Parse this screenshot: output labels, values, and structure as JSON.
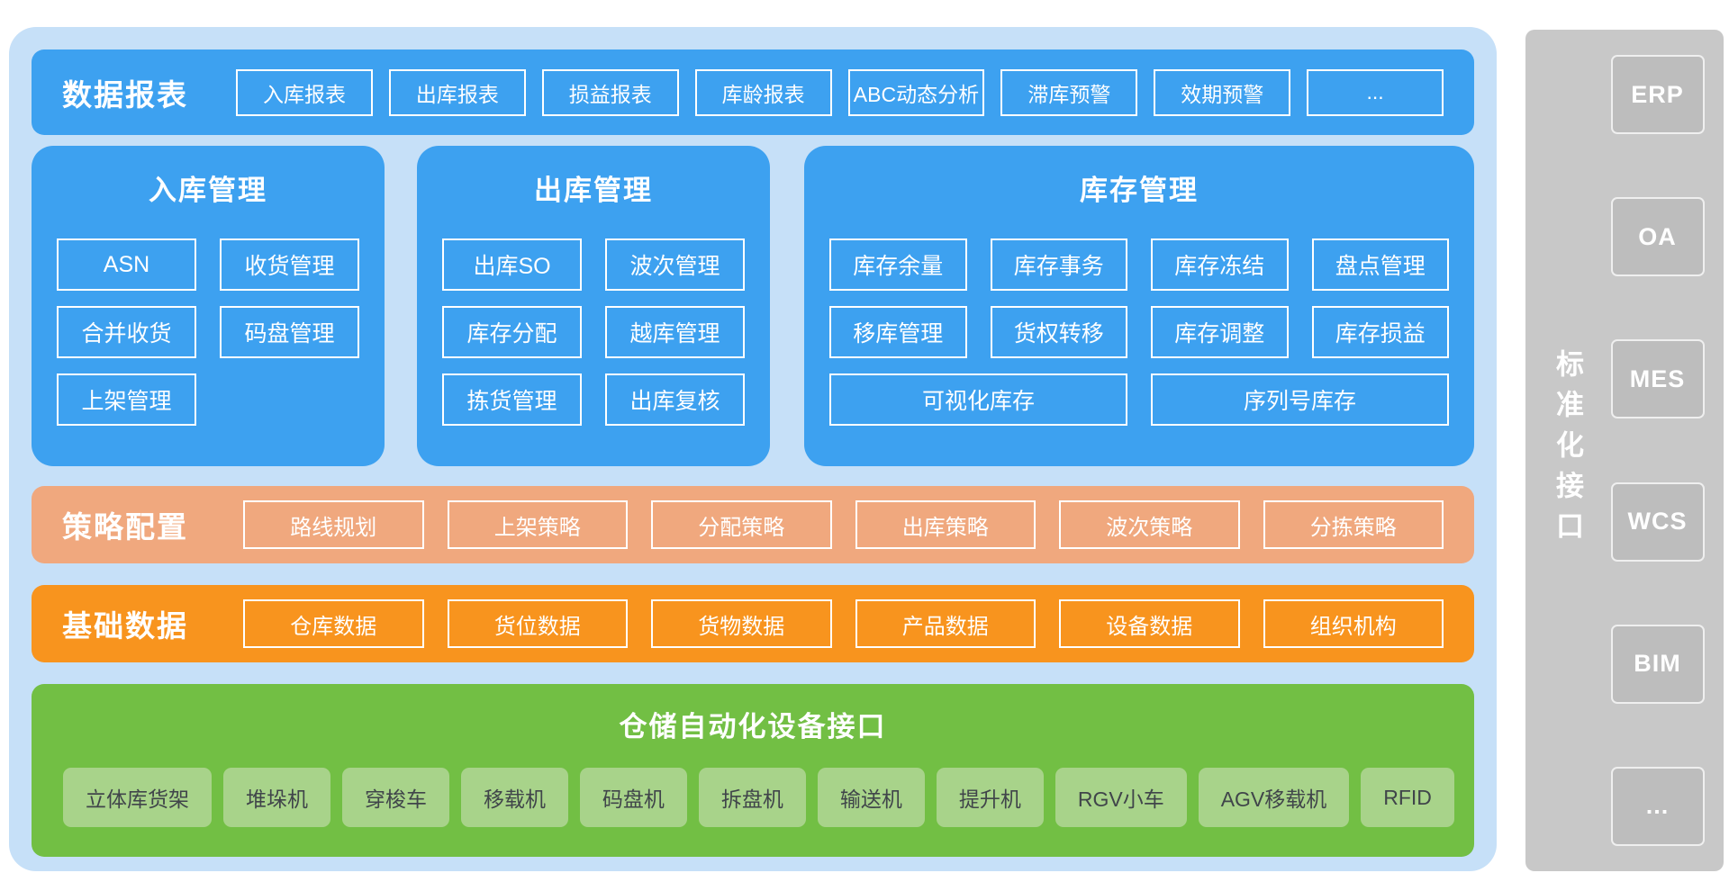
{
  "colors": {
    "container_light_blue": "#c6e0f8",
    "band_blue": "#3da1f0",
    "band_peach": "#f0a87e",
    "band_orange": "#f8941e",
    "band_green": "#72bf44",
    "item_light_green": "#a8d38a",
    "rail_gray": "#c8c8c8",
    "rail_box_gray": "#bdbdbd"
  },
  "report_band": {
    "label": "数据报表",
    "items": [
      "入库报表",
      "出库报表",
      "损益报表",
      "库龄报表",
      "ABC动态分析",
      "滞库预警",
      "效期预警",
      "..."
    ]
  },
  "inbound_panel": {
    "title": "入库管理",
    "items": [
      "ASN",
      "收货管理",
      "合并收货",
      "码盘管理",
      "上架管理"
    ]
  },
  "outbound_panel": {
    "title": "出库管理",
    "items": [
      "出库SO",
      "波次管理",
      "库存分配",
      "越库管理",
      "拣货管理",
      "出库复核"
    ]
  },
  "stock_panel": {
    "title": "库存管理",
    "items": [
      "库存余量",
      "库存事务",
      "库存冻结",
      "盘点管理",
      "移库管理",
      "货权转移",
      "库存调整",
      "库存损益"
    ],
    "wide_items": [
      "可视化库存",
      "序列号库存"
    ]
  },
  "strategy_band": {
    "label": "策略配置",
    "items": [
      "路线规划",
      "上架策略",
      "分配策略",
      "出库策略",
      "波次策略",
      "分拣策略"
    ]
  },
  "base_band": {
    "label": "基础数据",
    "items": [
      "仓库数据",
      "货位数据",
      "货物数据",
      "产品数据",
      "设备数据",
      "组织机构"
    ]
  },
  "automation_band": {
    "title": "仓储自动化设备接口",
    "items": [
      "立体库货架",
      "堆垛机",
      "穿梭车",
      "移载机",
      "码盘机",
      "拆盘机",
      "输送机",
      "提升机",
      "RGV小车",
      "AGV移载机",
      "RFID"
    ]
  },
  "interface_rail": {
    "label": "标准化接口",
    "items": [
      "ERP",
      "OA",
      "MES",
      "WCS",
      "BIM",
      "..."
    ]
  }
}
